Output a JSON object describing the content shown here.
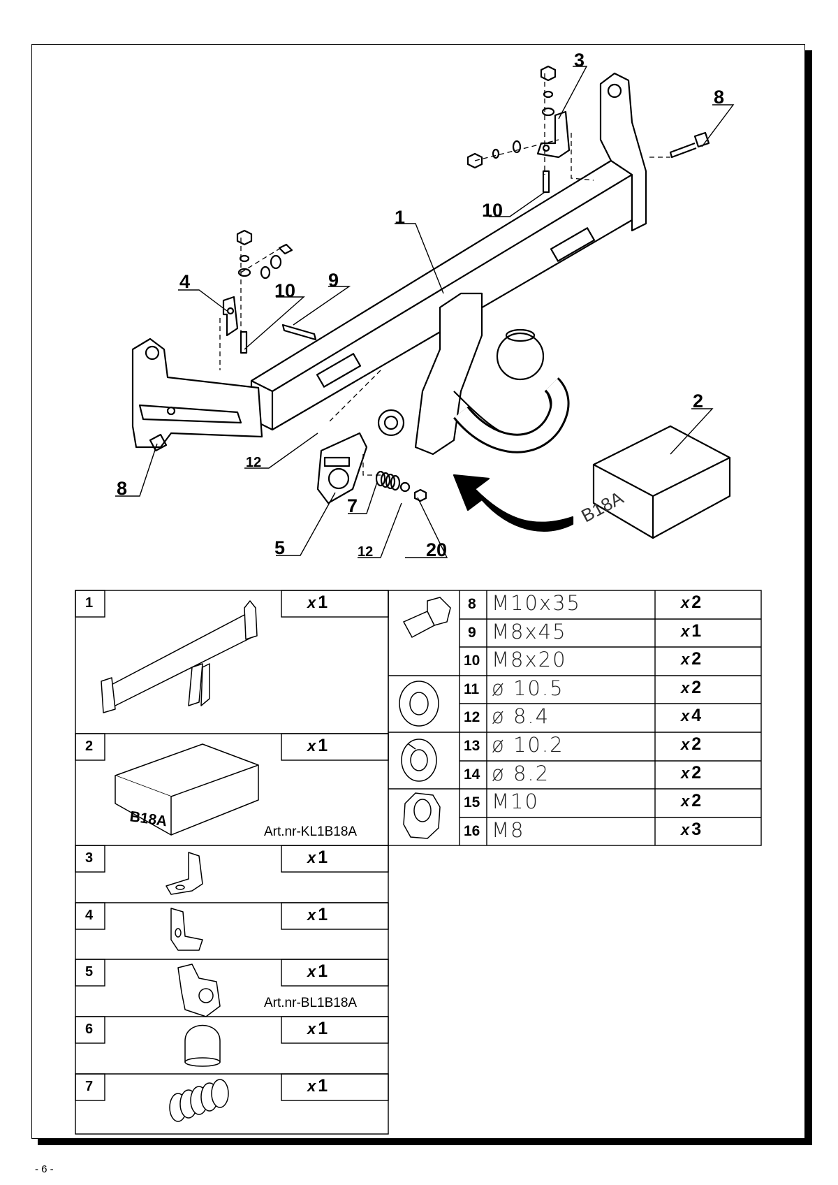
{
  "page": {
    "number": "- 6 -"
  },
  "diagram": {
    "callouts": {
      "c1": "1",
      "c2": "2",
      "c3": "3",
      "c4": "4",
      "c5": "5",
      "c7": "7",
      "c8a": "8",
      "c8b": "8",
      "c9": "9",
      "c10a": "10",
      "c10b": "10",
      "c12a": "12",
      "c12b": "12",
      "c20": "20"
    },
    "box_label": "B18A"
  },
  "parts_left": [
    {
      "num": "1",
      "qty": "1",
      "art": ""
    },
    {
      "num": "2",
      "qty": "1",
      "art": "Art.nr-KL1B18A",
      "box_label": "B18A"
    },
    {
      "num": "3",
      "qty": "1",
      "art": ""
    },
    {
      "num": "4",
      "qty": "1",
      "art": ""
    },
    {
      "num": "5",
      "qty": "1",
      "art": "Art.nr-BL1B18A"
    },
    {
      "num": "6",
      "qty": "1",
      "art": ""
    },
    {
      "num": "7",
      "qty": "1",
      "art": ""
    }
  ],
  "qty_prefix": "x",
  "parts_right": [
    {
      "num": "8",
      "spec": "M10x35",
      "qty": "2"
    },
    {
      "num": "9",
      "spec": "M8x45",
      "qty": "1"
    },
    {
      "num": "10",
      "spec": "M8x20",
      "qty": "2"
    },
    {
      "num": "11",
      "spec": "ø 10.5",
      "qty": "2"
    },
    {
      "num": "12",
      "spec": "ø 8.4",
      "qty": "4"
    },
    {
      "num": "13",
      "spec": "ø 10.2",
      "qty": "2"
    },
    {
      "num": "14",
      "spec": "ø 8.2",
      "qty": "2"
    },
    {
      "num": "15",
      "spec": "M10",
      "qty": "2"
    },
    {
      "num": "16",
      "spec": "M8",
      "qty": "3"
    }
  ]
}
